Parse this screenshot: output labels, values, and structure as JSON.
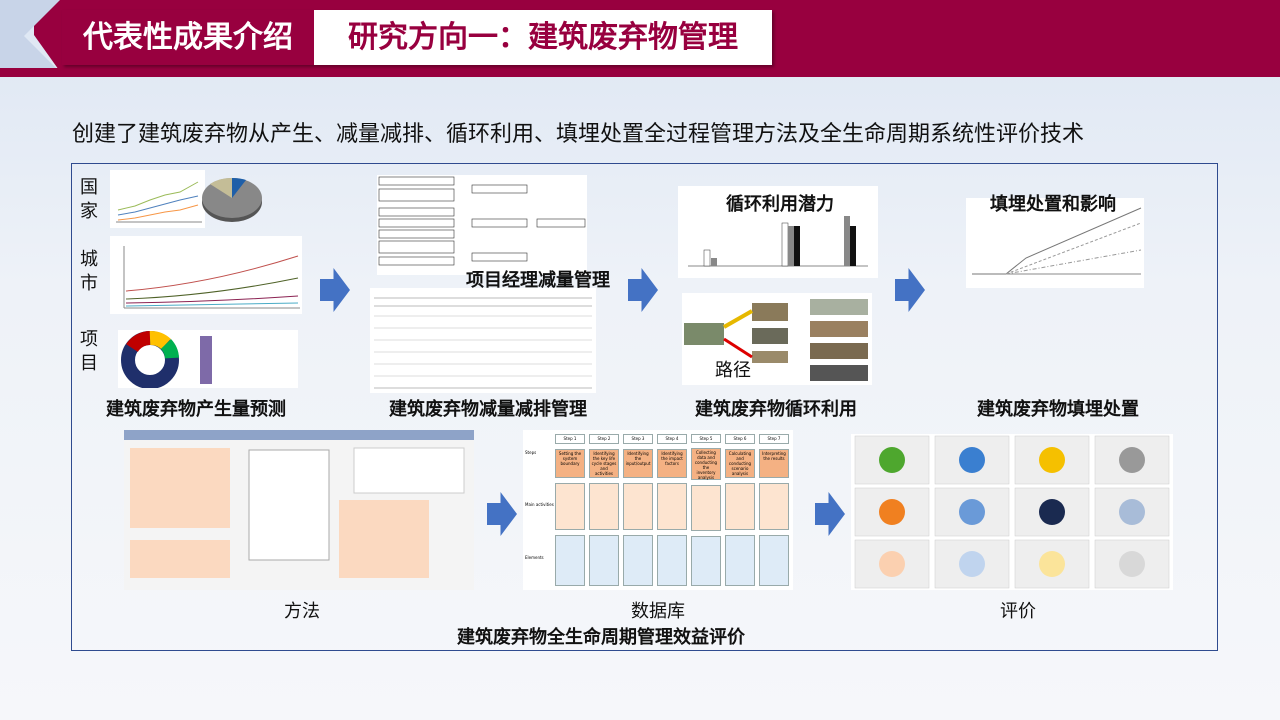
{
  "header": {
    "section": "代表性成果介绍",
    "title": "研究方向一：建筑废弃物管理"
  },
  "subtitle": "创建了建筑废弃物从产生、减量减排、循环利用、填埋处置全过程管理方法及全生命周期系统性评价技术",
  "scales": {
    "country": "国家",
    "city": "城市",
    "project": "项目"
  },
  "top_sections": [
    {
      "label": "建筑废弃物产生量预测"
    },
    {
      "label": "建筑废弃物减量减排管理",
      "figure_title": "项目经理减量管理"
    },
    {
      "label": "建筑废弃物循环利用",
      "figure_title": "循环利用潜力",
      "path_label": "路径"
    },
    {
      "label": "建筑废弃物填埋处置",
      "figure_title": "填埋处置和影响"
    }
  ],
  "bottom": {
    "method": "方法",
    "database": "数据库",
    "evaluation": "评价",
    "title": "建筑废弃物全生命周期管理效益评价",
    "steps": [
      "Step 1",
      "Step 2",
      "Step 3",
      "Step 4",
      "Step 5",
      "Step 6",
      "Step 7"
    ],
    "step_names": [
      "Setting the system boundary",
      "Identifying the key life cycle stages and activities",
      "Identifying the input/output",
      "Identifying the impact factors",
      "Collecting data and conducting the inventory analysis",
      "Calculating and conducting scenario analysis",
      "Interpreting the results"
    ],
    "row_labels": [
      "Steps",
      "Main activities",
      "Elements"
    ]
  },
  "colors": {
    "brand": "#98003f",
    "arrow": "#4472c4",
    "frame": "#2f4b8f"
  }
}
